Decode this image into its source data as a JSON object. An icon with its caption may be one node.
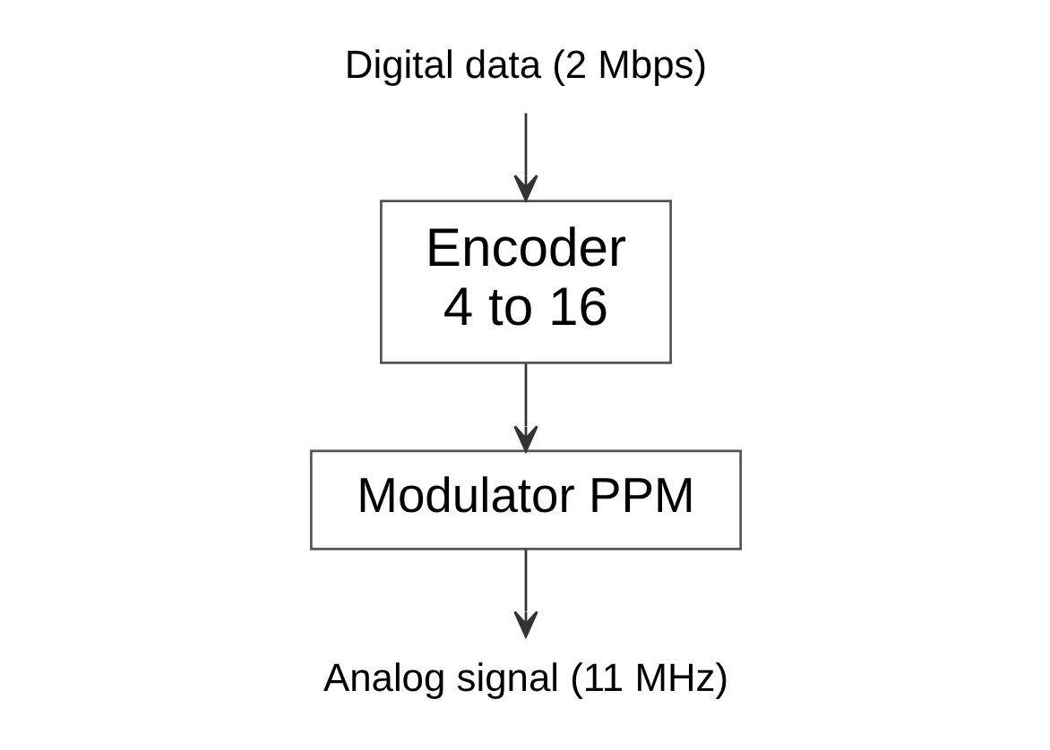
{
  "diagram": {
    "nodes": [
      {
        "text": [
          "Digital data (2 Mbps)"
        ]
      },
      {
        "text": [
          "Encoder",
          "4 to 16"
        ]
      },
      {
        "text": [
          "Modulator PPM"
        ]
      },
      {
        "text": [
          "Analog signal (11 MHz)"
        ]
      }
    ],
    "edges": [
      {
        "from": 0,
        "to": 1,
        "arrow": "to"
      },
      {
        "from": 1,
        "to": 2,
        "arrow": "to"
      },
      {
        "from": 2,
        "to": 3,
        "arrow": "to"
      }
    ]
  }
}
